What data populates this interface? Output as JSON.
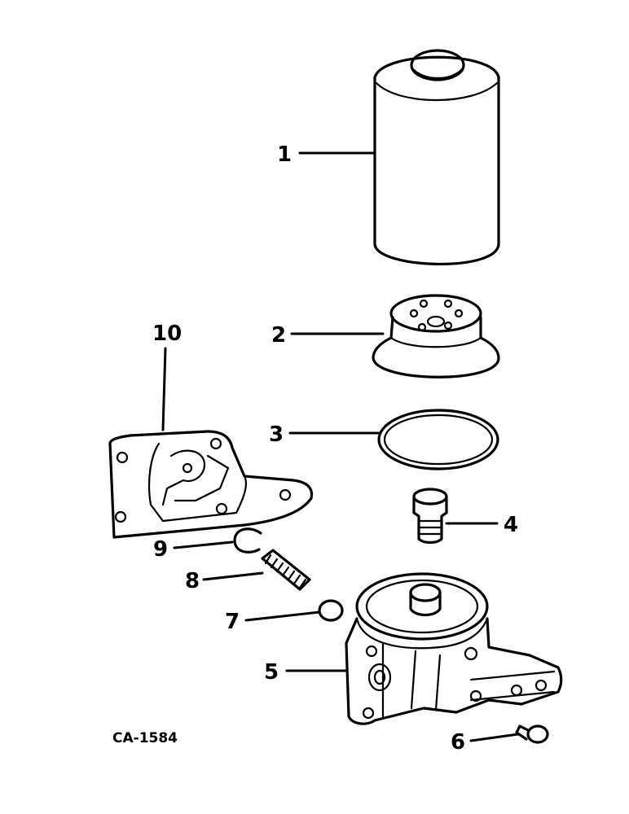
{
  "diagram": {
    "callouts": {
      "c1": "1",
      "c2": "2",
      "c3": "3",
      "c4": "4",
      "c5": "5",
      "c6": "6",
      "c7": "7",
      "c8": "8",
      "c9": "9",
      "c10": "10"
    },
    "figure_code": "CA-1584"
  }
}
